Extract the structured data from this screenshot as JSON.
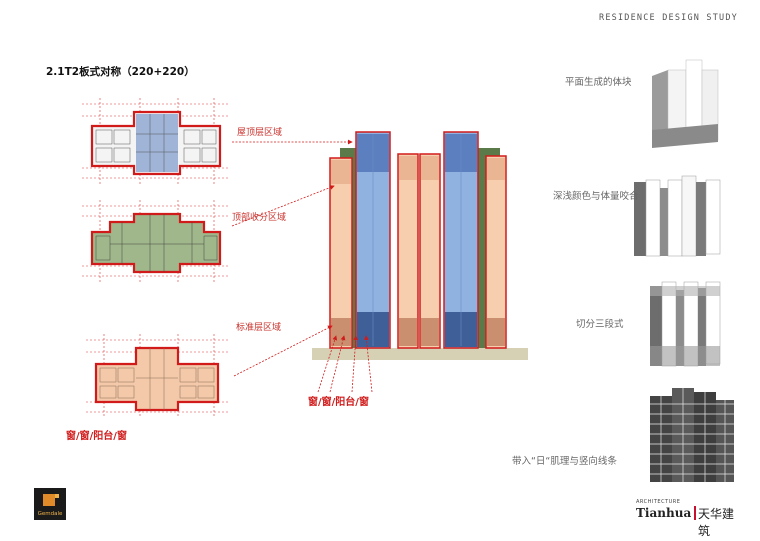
{
  "header": {
    "text": "RESIDENCE  DESIGN  STUDY"
  },
  "title": "2.1T2板式对称（220+220）",
  "regions": {
    "roof": "屋顶层区域",
    "top": "顶部收分区域",
    "standard": "标准层区域"
  },
  "windows_label": "窗/窗/阳台/窗",
  "steps": [
    {
      "label": "平面生成的体块"
    },
    {
      "label": "深浅颜色与体量咬合"
    },
    {
      "label": "切分三段式"
    },
    {
      "label": "带入“日“肌理与竖向线条"
    }
  ],
  "logos": {
    "left": "Gemdale",
    "right_en": "Tianhua",
    "right_cn": "天华建筑",
    "right_sub": "ARCHITECTURE"
  },
  "colors": {
    "accent_red": "#d11b1b",
    "plan_blue": "#9fb4d6",
    "plan_green": "#9fb78a",
    "plan_peach": "#f3c9aa",
    "facade_blue": "#8fb2e0",
    "facade_peach": "#f8cfae"
  }
}
